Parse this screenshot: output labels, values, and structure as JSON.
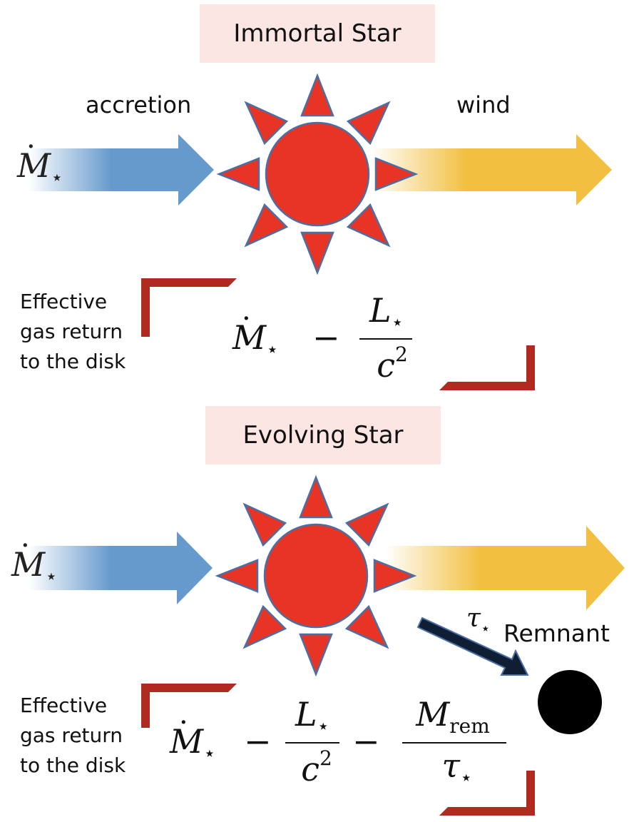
{
  "panels": [
    {
      "title": "Immortal Star",
      "accretion_label": "accretion",
      "wind_label": "wind",
      "mdot": {
        "symbol": "M",
        "sub": "⋆"
      },
      "side_text": [
        "Effective",
        "gas return",
        "to the disk"
      ],
      "formula": {
        "term1": {
          "symbol": "M",
          "sub": "⋆"
        },
        "minus1": "−",
        "frac1": {
          "num": "L",
          "num_sub": "⋆",
          "den": "c",
          "den_sup": "2"
        }
      }
    },
    {
      "title": "Evolving Star",
      "mdot": {
        "symbol": "M",
        "sub": "⋆"
      },
      "remnant_label": "Remnant",
      "tau_label": {
        "symbol": "τ",
        "sub": "⋆"
      },
      "side_text": [
        "Effective",
        "gas return",
        "to the disk"
      ],
      "formula": {
        "term1": {
          "symbol": "M",
          "sub": "⋆"
        },
        "minus1": "−",
        "frac1": {
          "num": "L",
          "num_sub": "⋆",
          "den": "c",
          "den_sup": "2"
        },
        "minus2": "−",
        "frac2": {
          "num": "M",
          "num_sub": "rem",
          "den": "τ",
          "den_sub": "⋆"
        }
      }
    }
  ],
  "colors": {
    "star": "#e83424",
    "star_outline": "#4a6fa5",
    "accretion_arrow": "#6699cc",
    "wind_arrow": "#f2bf40",
    "bracket": "#b02a1f",
    "title_bg": "#fbe6e4",
    "remnant": "#000000"
  },
  "icons": [
    "sun-icon",
    "accretion-arrow",
    "wind-arrow",
    "remnant-dot",
    "decay-arrow"
  ]
}
